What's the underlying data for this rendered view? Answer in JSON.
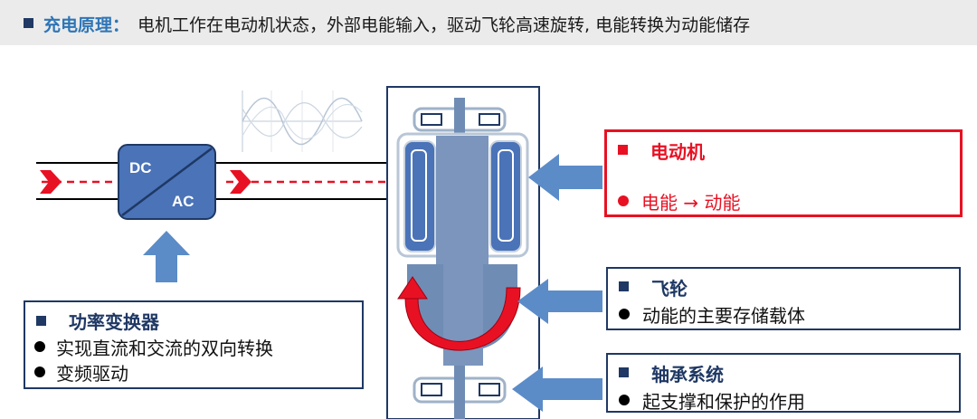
{
  "header": {
    "title": "充电原理：",
    "text": "电机工作在电动机状态，外部电能输入，驱动飞轮高速旋转, 电能转换为动能储存"
  },
  "converter": {
    "dc": "DC",
    "ac": "AC"
  },
  "power_converter": {
    "title": "功率变换器",
    "items": [
      "实现直流和交流的双向转换",
      "变频驱动"
    ]
  },
  "motor": {
    "title": "电动机",
    "item": "电能 → 动能"
  },
  "flywheel": {
    "title": "飞轮",
    "item": "动能的主要存储载体"
  },
  "bearing": {
    "title": "轴承系统",
    "item": "起支撑和保护的作用"
  },
  "colors": {
    "accent_red": "#e81123",
    "navy": "#1f3864",
    "blue_fill": "#4a73b8",
    "arrow_blue": "#5b8cc8"
  }
}
